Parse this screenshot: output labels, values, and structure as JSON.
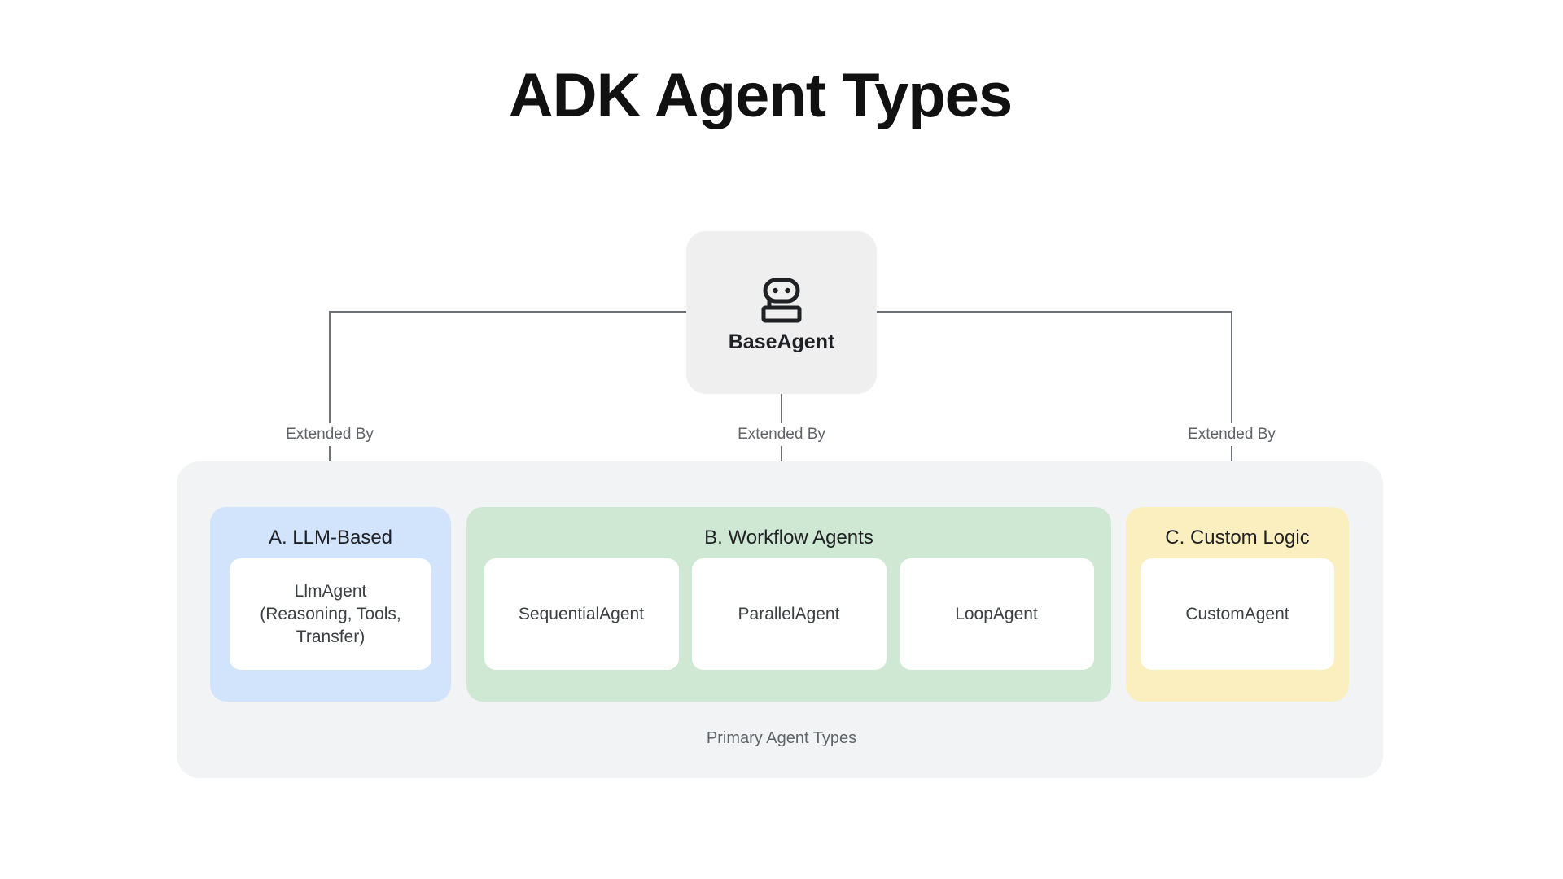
{
  "title": "ADK Agent Types",
  "root_node": {
    "label": "BaseAgent",
    "icon": "robot-icon"
  },
  "edges": {
    "left": "Extended By",
    "middle": "Extended By",
    "right": "Extended By"
  },
  "groups": [
    {
      "header": "A. LLM-Based",
      "color": "#d2e3fc",
      "items": [
        {
          "label": "LlmAgent\n(Reasoning, Tools,\nTransfer)"
        }
      ]
    },
    {
      "header": "B. Workflow Agents",
      "color": "#cfe8d4",
      "items": [
        {
          "label": "SequentialAgent"
        },
        {
          "label": "ParallelAgent"
        },
        {
          "label": "LoopAgent"
        }
      ]
    },
    {
      "header": "C. Custom Logic",
      "color": "#fbeebf",
      "items": [
        {
          "label": "CustomAgent"
        }
      ]
    }
  ],
  "container": {
    "caption": "Primary Agent Types",
    "color": "#f1f3f4"
  },
  "colors": {
    "root_bg": "#efeff0",
    "line": "#6d7175",
    "arrow": "#53575b",
    "icon": "#202124"
  }
}
